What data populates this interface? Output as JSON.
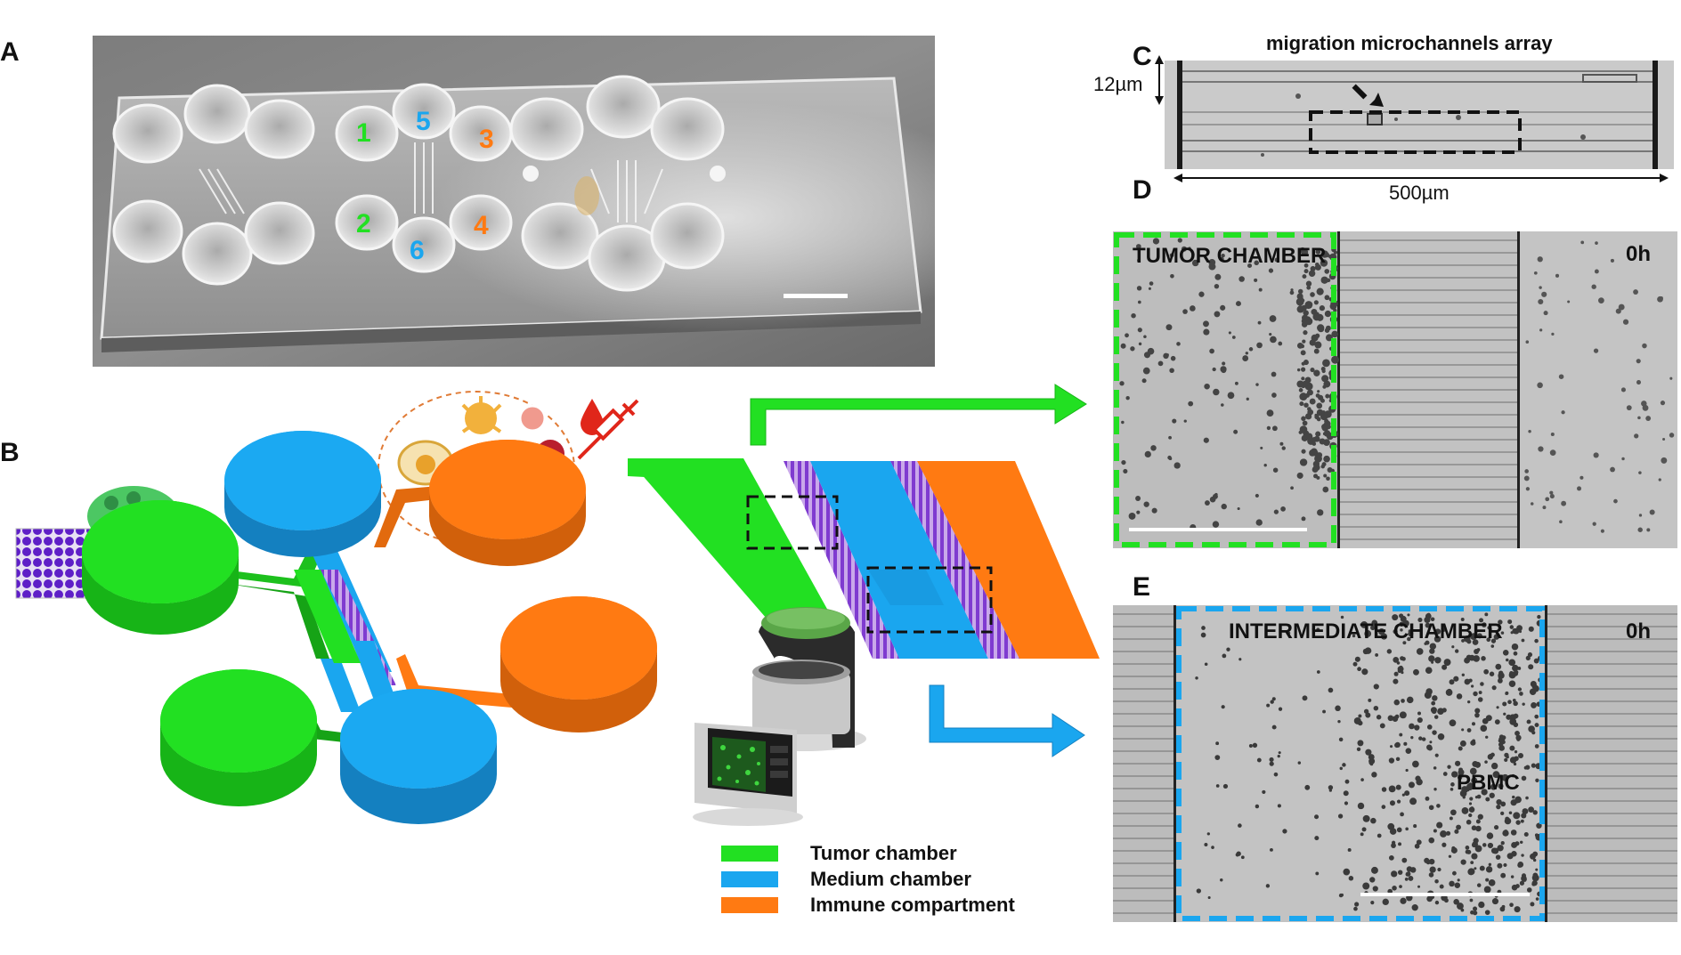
{
  "panels": {
    "a": "A",
    "b": "B",
    "c": "C",
    "d": "D",
    "e": "E"
  },
  "photo_wells": {
    "w1": "1",
    "w2": "2",
    "w3": "3",
    "w4": "4",
    "w5": "5",
    "w6": "6"
  },
  "panel_c": {
    "title": "migration microchannels array",
    "height_label": "12µm",
    "width_label": "500µm"
  },
  "panel_d": {
    "chamber_label": "TUMOR CHAMBER",
    "time_label": "0h"
  },
  "panel_e": {
    "chamber_label": "INTERMEDIATE CHAMBER",
    "time_label": "0h",
    "cell_label": "PBMC"
  },
  "legend": {
    "tumor": "Tumor chamber",
    "medium": "Medium chamber",
    "immune": "Immune compartment"
  },
  "colors": {
    "tumor": "#22e022",
    "medium": "#1aa6ef",
    "immune": "#ff7a12",
    "channels": "#9b4fd6",
    "dashed_frame": "#111111"
  }
}
